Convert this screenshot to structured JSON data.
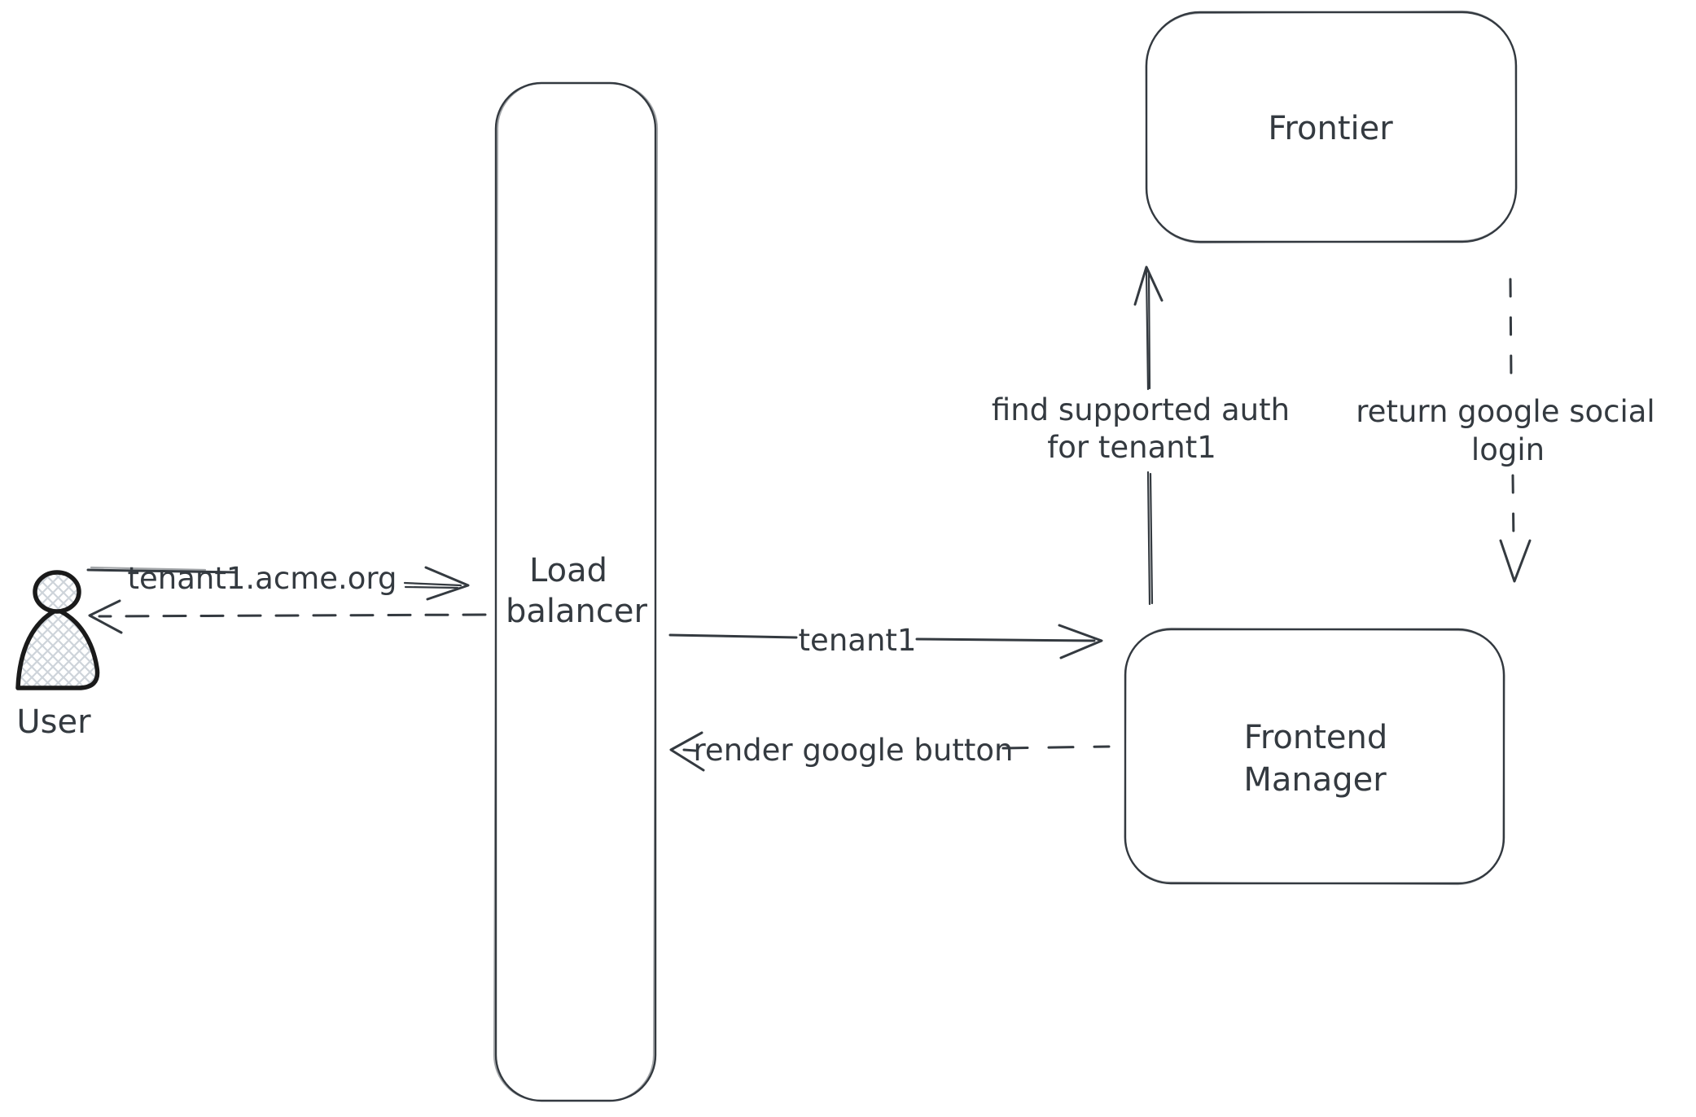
{
  "colors": {
    "stroke": "#343a40",
    "icon_stroke": "#1a1a1a",
    "hatch": "#ced4da",
    "background": "#ffffff"
  },
  "nodes": {
    "user": {
      "label": "User"
    },
    "load_balancer": {
      "label": "Load balancer",
      "label_line1": "Load",
      "label_line2": "balancer"
    },
    "frontier": {
      "label": "Frontier"
    },
    "frontend_manager": {
      "label": "Frontend Manager",
      "label_line1": "Frontend",
      "label_line2": "Manager"
    }
  },
  "edges": {
    "user_to_load_balancer": {
      "label": "tenant1.acme.org",
      "style": "solid",
      "direction": "right"
    },
    "load_balancer_to_user": {
      "label": "",
      "style": "dashed",
      "direction": "left"
    },
    "load_balancer_to_frontend_manager": {
      "label": "tenant1",
      "style": "solid",
      "direction": "right"
    },
    "frontend_manager_to_load_balancer": {
      "label": "render google button",
      "style": "dashed",
      "direction": "left"
    },
    "frontend_manager_to_frontier": {
      "label": "find supported auth for tenant1",
      "label_line1": "find supported auth",
      "label_line2": "for tenant1",
      "style": "solid",
      "direction": "up"
    },
    "frontier_to_frontend_manager": {
      "label": "return google social login",
      "label_line1": "return google social",
      "label_line2": "login",
      "style": "dashed",
      "direction": "down"
    }
  }
}
